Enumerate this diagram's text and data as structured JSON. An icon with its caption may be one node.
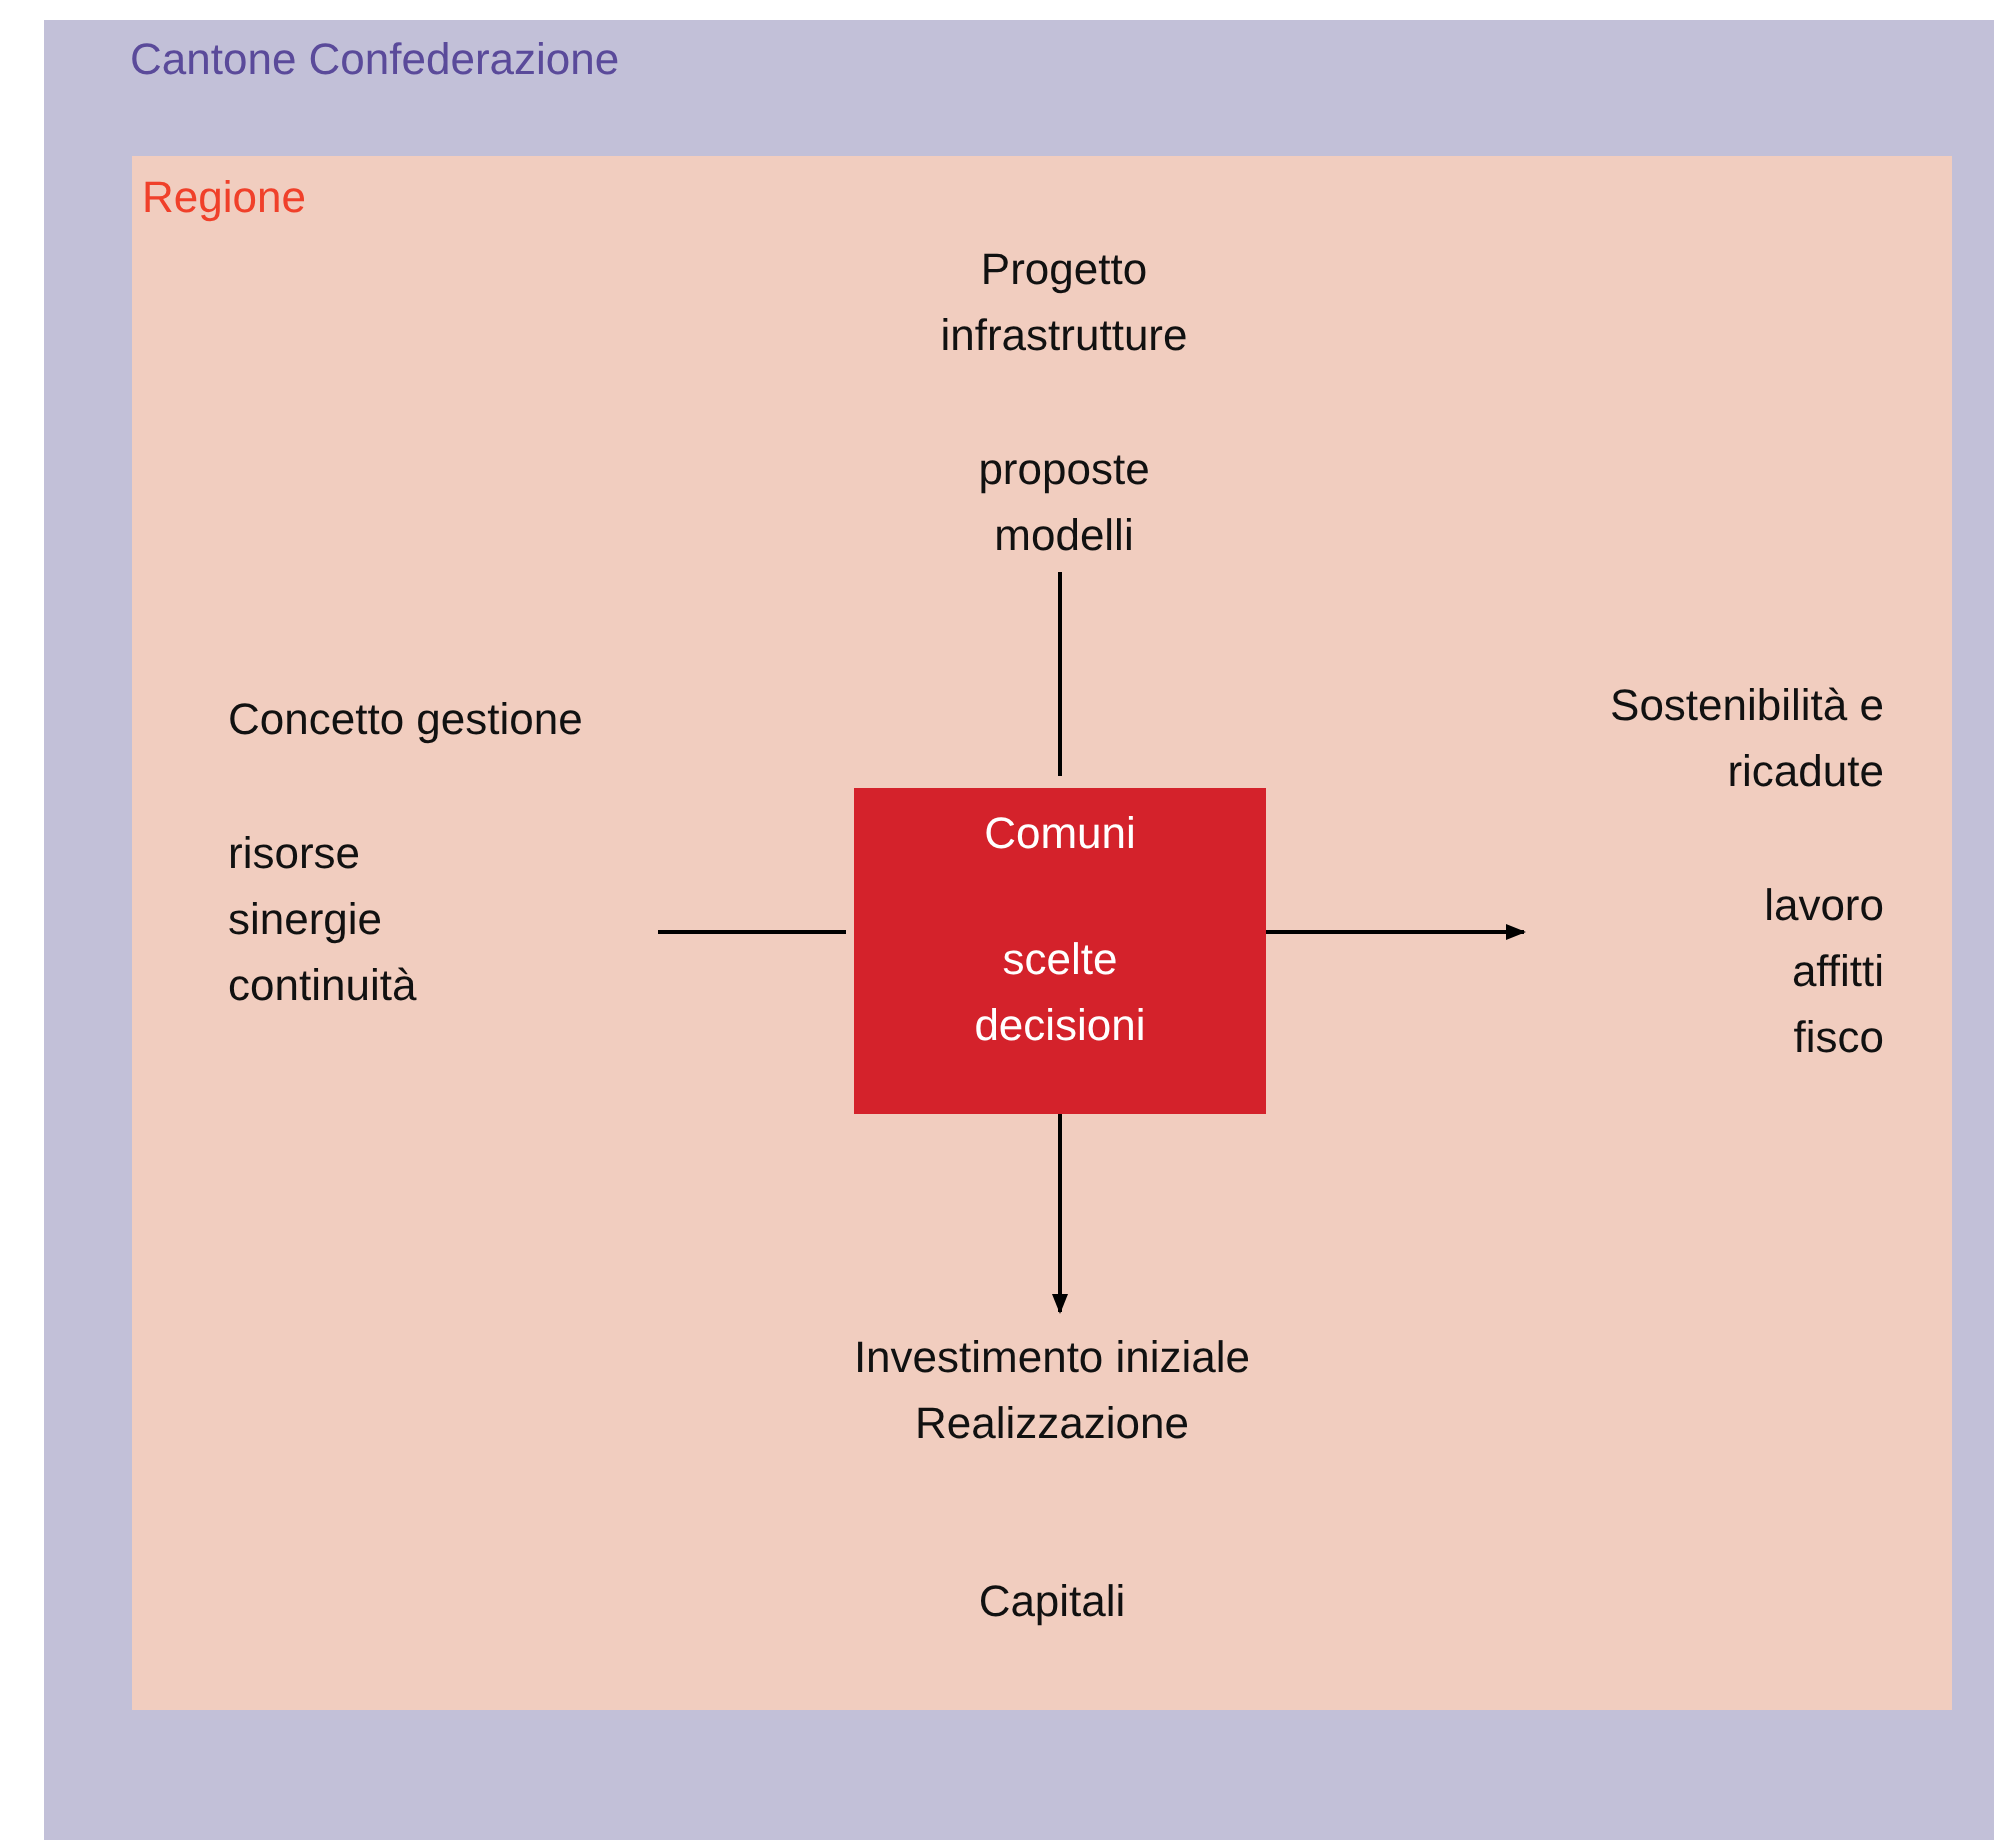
{
  "diagram": {
    "nodes": [
      {
        "text": [
          "Cantone Confederazione"
        ]
      },
      {
        "text": [
          "Regione"
        ],
        "in": 0
      },
      {
        "text": [
          "Progetto infrastrutture",
          "proposte modelli"
        ],
        "in": 1
      },
      {
        "text": [
          "Concetto gestione",
          "risorse sinergie continuità"
        ],
        "in": 1
      },
      {
        "text": [
          "Comuni",
          "scelte decisioni"
        ],
        "in": 1
      },
      {
        "text": [
          "Sostenibilità e ricadute",
          "lavoro affitti fisco"
        ],
        "in": 1
      },
      {
        "text": [
          "Investimento iniziale Realizzazione",
          "Capitali"
        ],
        "in": 1
      }
    ],
    "edges": [
      {
        "from": 2,
        "to": 4,
        "arrow": "none"
      },
      {
        "from": 3,
        "to": 4,
        "arrow": "none"
      },
      {
        "from": 4,
        "to": 5,
        "arrow": "to"
      },
      {
        "from": 4,
        "to": 6,
        "arrow": "to"
      }
    ]
  }
}
